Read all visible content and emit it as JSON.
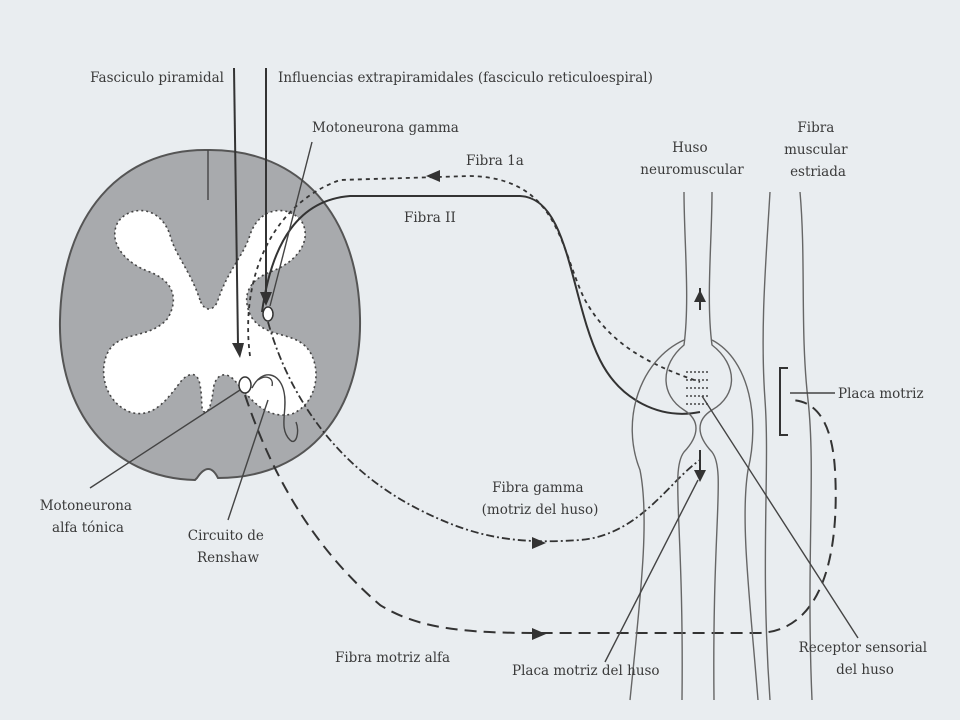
{
  "labels": {
    "fasciculo_piramidal": "Fasciculo piramidal",
    "influencias": "Influencias extrapiramidales (fasciculo reticuloespiral)",
    "motoneurona_gamma": "Motoneurona gamma",
    "fibra_1a": "Fibra 1a",
    "fibra_2": "Fibra II",
    "huso_neuromuscular": [
      "Huso",
      "neuromuscular"
    ],
    "fibra_muscular": [
      "Fibra",
      "muscular",
      "estriada"
    ],
    "placa_motriz": "Placa motriz",
    "motoneurona_alfa": [
      "Motoneurona",
      "alfa tónica"
    ],
    "circuito_renshaw": [
      "Circuito de",
      "Renshaw"
    ],
    "fibra_gamma": [
      "Fibra gamma",
      "(motriz del huso)"
    ],
    "fibra_motriz_alfa": "Fibra motriz alfa",
    "placa_motriz_huso": "Placa motriz del huso",
    "receptor_sensorial": [
      "Receptor sensorial",
      "del huso"
    ]
  }
}
